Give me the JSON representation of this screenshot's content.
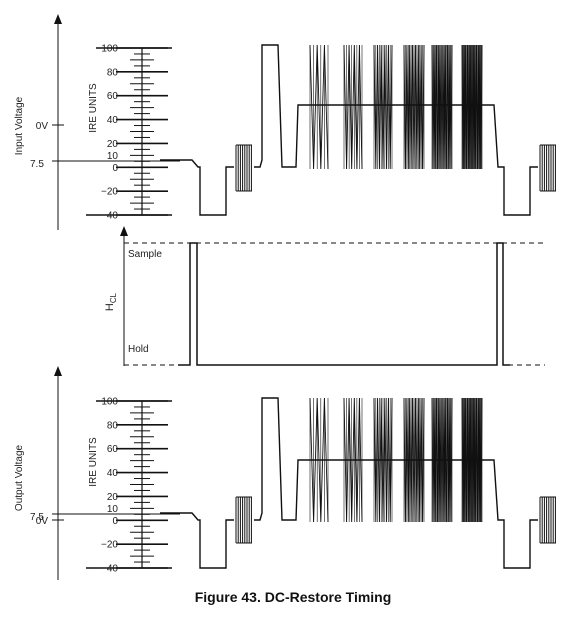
{
  "figure": {
    "caption": "Figure 43. DC-Restore Timing"
  },
  "input_panel": {
    "voltage_label": "Input Voltage",
    "zero_label": "0V",
    "ire_label": "IRE UNITS",
    "setup_label": "7.5",
    "ire_ticks": [
      "100",
      "80",
      "60",
      "40",
      "20",
      "10",
      "0",
      "−20",
      "−40"
    ]
  },
  "clamp_panel": {
    "signal_label": "H",
    "signal_subscript": "CL",
    "sample_label": "Sample",
    "hold_label": "Hold"
  },
  "output_panel": {
    "voltage_label": "Output Voltage",
    "zero_label": "0V",
    "ire_label": "IRE UNITS",
    "setup_label": "7.5",
    "ire_ticks": [
      "100",
      "80",
      "60",
      "40",
      "20",
      "10",
      "0",
      "−20",
      "−40"
    ]
  },
  "colors": {
    "line": "#111111",
    "text": "#222222"
  }
}
